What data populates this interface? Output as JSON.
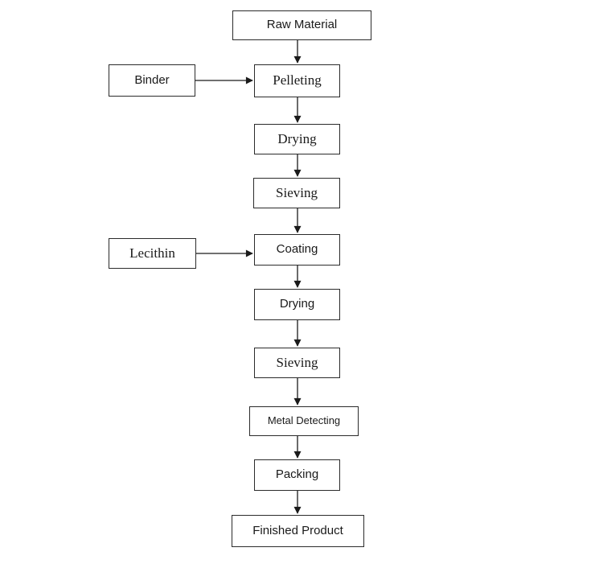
{
  "diagram": {
    "type": "flowchart",
    "colors": {
      "background": "#ffffff",
      "box_border": "#2b2b2b",
      "text": "#1a1a1a",
      "arrow": "#1a1a1a"
    },
    "nodes": {
      "raw_material": {
        "label": "Raw Material"
      },
      "binder": {
        "label": "Binder"
      },
      "pelleting": {
        "label": "Pelleting"
      },
      "drying_1": {
        "label": "Drying"
      },
      "sieving_1": {
        "label": "Sieving"
      },
      "lecithin": {
        "label": "Lecithin"
      },
      "coating": {
        "label": "Coating"
      },
      "drying_2": {
        "label": "Drying"
      },
      "sieving_2": {
        "label": "Sieving"
      },
      "metal_detecting": {
        "label": "Metal Detecting"
      },
      "packing": {
        "label": "Packing"
      },
      "finished_product": {
        "label": "Finished Product"
      }
    },
    "edges": [
      {
        "from": "raw_material",
        "to": "pelleting"
      },
      {
        "from": "binder",
        "to": "pelleting"
      },
      {
        "from": "pelleting",
        "to": "drying_1"
      },
      {
        "from": "drying_1",
        "to": "sieving_1"
      },
      {
        "from": "sieving_1",
        "to": "coating"
      },
      {
        "from": "lecithin",
        "to": "coating"
      },
      {
        "from": "coating",
        "to": "drying_2"
      },
      {
        "from": "drying_2",
        "to": "sieving_2"
      },
      {
        "from": "sieving_2",
        "to": "metal_detecting"
      },
      {
        "from": "metal_detecting",
        "to": "packing"
      },
      {
        "from": "packing",
        "to": "finished_product"
      }
    ]
  }
}
